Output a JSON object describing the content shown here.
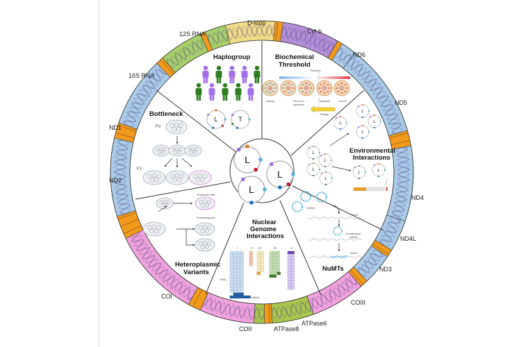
{
  "diagram": {
    "genes": [
      {
        "name": "D-loop",
        "color": "#f2dc86",
        "start": -14,
        "end": 5
      },
      {
        "name": "Cyt b",
        "color": "#b48ed6",
        "start": 8,
        "end": 30
      },
      {
        "name": "ND6",
        "color": "#a9cbe8",
        "start": 32,
        "end": 38
      },
      {
        "name": "ND5",
        "color": "#a9cbe8",
        "start": 38,
        "end": 74
      },
      {
        "name": "ND4",
        "color": "#a9cbe8",
        "start": 80,
        "end": 109
      },
      {
        "name": "ND4L",
        "color": "#a9cbe8",
        "start": 109,
        "end": 121
      },
      {
        "name": "ND3",
        "color": "#a9cbe8",
        "start": 124,
        "end": 136
      },
      {
        "name": "COIII",
        "color": "#f0a2dd",
        "start": 139,
        "end": 160
      },
      {
        "name": "ATPase6",
        "color": "#a8c64d",
        "start": 160,
        "end": 176
      },
      {
        "name": "ATPase8",
        "color": "#a8c64d",
        "start": 179,
        "end": 183
      },
      {
        "name": "COII",
        "color": "#f0a2dd",
        "start": 183,
        "end": 204
      },
      {
        "name": "COI",
        "color": "#f0a2dd",
        "start": 209,
        "end": 244
      },
      {
        "name": "ND2",
        "color": "#a9cbe8",
        "start": 253,
        "end": 283
      },
      {
        "name": "ND1",
        "color": "#a9cbe8",
        "start": 289,
        "end": 316
      },
      {
        "name": "16S RNA",
        "color": "#a7d06a",
        "start": 319,
        "end": 336
      },
      {
        "name": "12S RNA",
        "color": "#a7d06a",
        "start": 338,
        "end": 346
      }
    ],
    "trna_color": "#f29a1c",
    "gene_labels": {
      "d_loop": "D-loop",
      "cyt_b": "Cyt b",
      "nd6": "ND6",
      "nd5": "ND5",
      "nd4": "ND4",
      "nd4l": "ND4L",
      "nd3": "ND3",
      "coiii": "COIII",
      "atpase6": "ATPase6",
      "atpase8": "ATPase8",
      "coii": "COII",
      "coi": "COI",
      "nd2": "ND2",
      "nd1": "ND1",
      "rna16s": "16S RNA",
      "rna12s": "12S RNA"
    },
    "sections": {
      "haplogroup": {
        "title": "Haplogroup",
        "circle_labels": [
          "L",
          "T"
        ]
      },
      "biochemical": {
        "title_line1": "Biochemical",
        "title_line2": "Threshold",
        "threshold_label": "Threshold",
        "cells": [
          "Healthy",
          "Few or no",
          "Moderate",
          "Severe"
        ],
        "cells_line2": "symptoms",
        "therapy_label": "Therapy"
      },
      "environmental": {
        "title_line1": "Environmental",
        "title_line2": "Interactions",
        "circle_label": "L"
      },
      "numts": {
        "title": "NuMTs",
        "mtdna_label": "mtDNA",
        "ndna_label": "nDNA",
        "concat_line1": "Concatenated",
        "concat_line2": "mtDNA",
        "numts_label": "NuMTs"
      },
      "nuclear": {
        "title_line1": "Nuclear",
        "title_line2": "Genome",
        "title_line3": "Interactions",
        "complexes": [
          "I",
          "II",
          "III",
          "IV",
          "V"
        ],
        "ndna_label": "nDNA",
        "mtdna_label": "mtDNA"
      },
      "heteroplasmic": {
        "title_line1": "Heteroplasmic",
        "title_line2": "Variants",
        "postmitotic_label": "Postmitotic cells",
        "proliferating_label": "Proliferating cells"
      },
      "bottleneck": {
        "title": "Bottleneck",
        "f0_label": "F0",
        "f1_label": "F1"
      },
      "center": {
        "circle_label": "L"
      }
    }
  }
}
